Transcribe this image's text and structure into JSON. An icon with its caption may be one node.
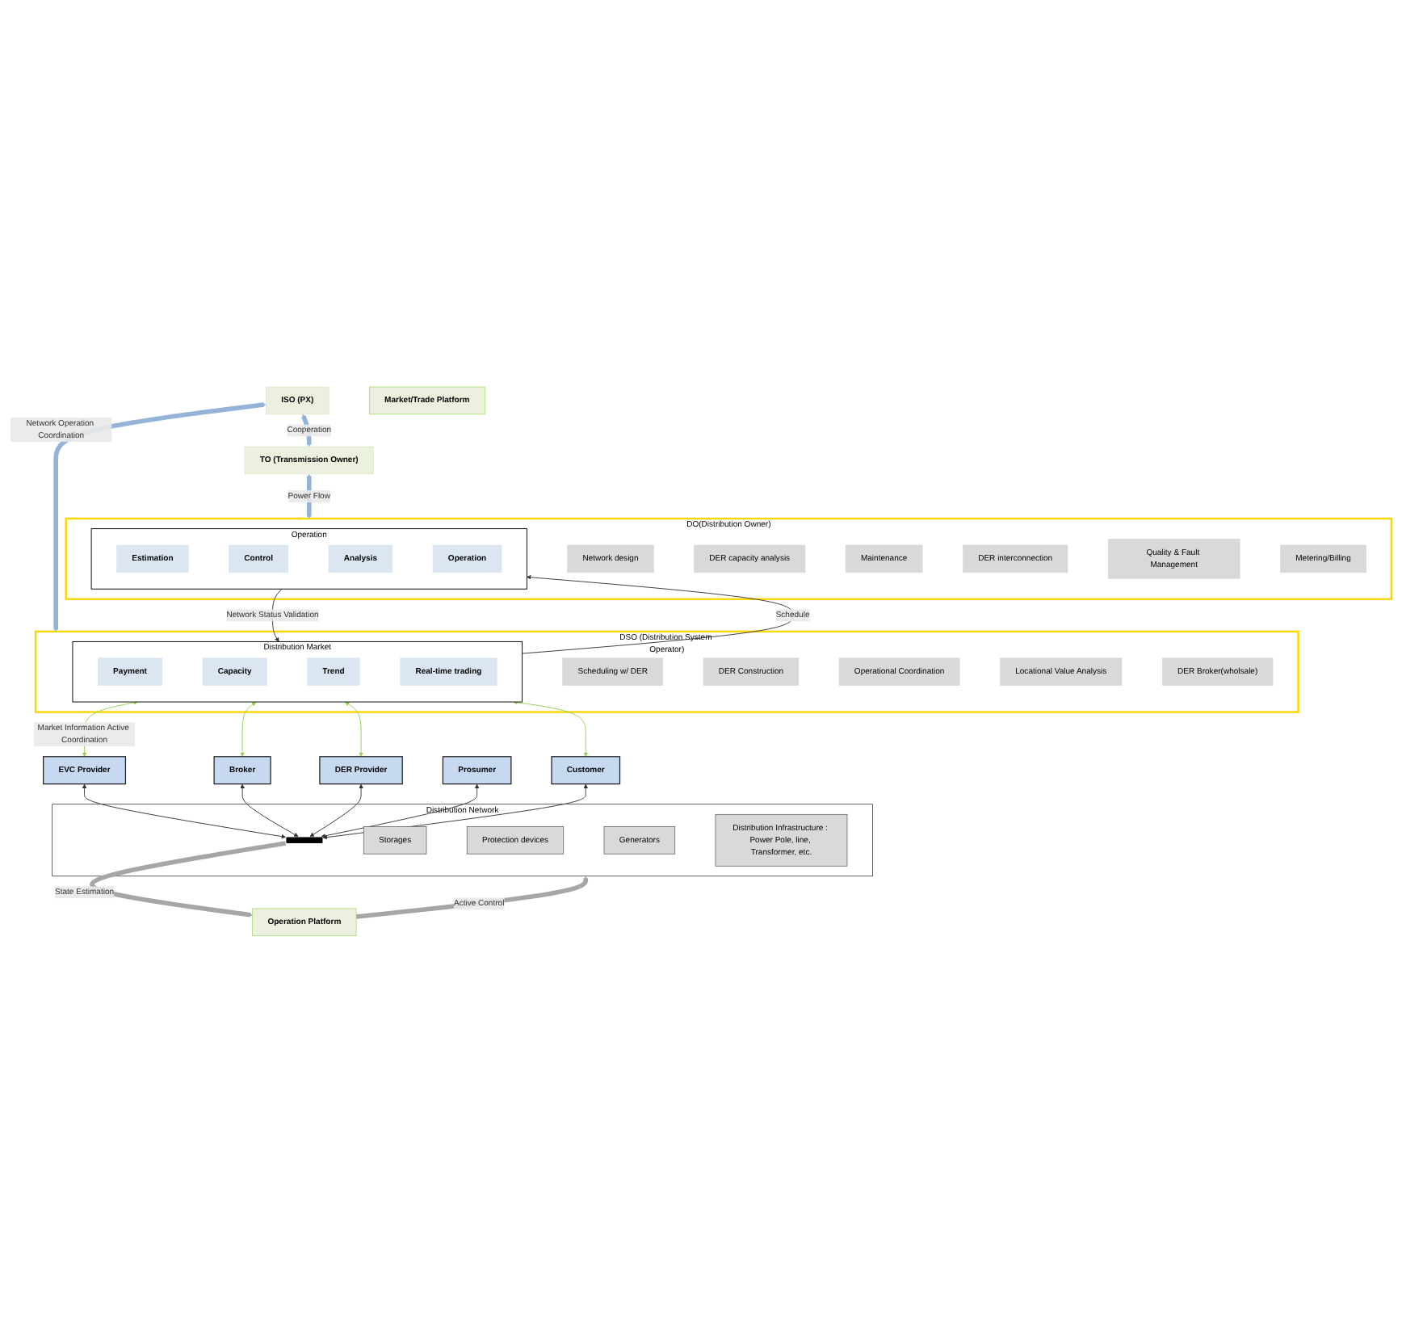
{
  "diagram": {
    "nodes": [
      {
        "text": [
          "ISO (PX)"
        ]
      },
      {
        "text": [
          "TO (Transmission Owner)"
        ]
      },
      {
        "text": [
          "DSO (Distribution System Operator)"
        ]
      },
      {
        "text": [
          "Scheduling w/ DER"
        ],
        "in": 2
      },
      {
        "text": [
          "DER Construction"
        ],
        "in": 2
      },
      {
        "text": [
          "Operational Coordination"
        ],
        "in": 2
      },
      {
        "text": [
          "Locational Value Analysis"
        ],
        "in": 2
      },
      {
        "text": [
          "DER Broker(wholsale)"
        ],
        "in": 2
      },
      {
        "text": [
          "Distribution Market"
        ],
        "in": 2
      },
      {
        "text": [
          "Payment"
        ],
        "in": 8
      },
      {
        "text": [
          "Capacity"
        ],
        "in": 8
      },
      {
        "text": [
          "Trend"
        ],
        "in": 8
      },
      {
        "text": [
          "Real-time trading"
        ],
        "in": 8
      },
      {
        "text": [
          "DO(Distribution Owner)"
        ]
      },
      {
        "text": [
          "Network design"
        ],
        "in": 13
      },
      {
        "text": [
          "DER capacity analysis"
        ],
        "in": 13
      },
      {
        "text": [
          "Maintenance"
        ],
        "in": 13
      },
      {
        "text": [
          "DER interconnection"
        ],
        "in": 13
      },
      {
        "text": [
          "Quality & Fault Management"
        ],
        "in": 13
      },
      {
        "text": [
          "Metering/Billing"
        ],
        "in": 13
      },
      {
        "text": [
          "Operation"
        ],
        "in": 13
      },
      {
        "text": [
          "Estimation"
        ],
        "in": 20
      },
      {
        "text": [
          "Control"
        ],
        "in": 20
      },
      {
        "text": [
          "Analysis"
        ],
        "in": 20
      },
      {
        "text": [
          "Operation"
        ],
        "in": 20
      },
      {
        "text": [
          "Market/Trade Platform"
        ]
      },
      {
        "text": [
          "Operation Platform"
        ]
      },
      {
        "text": [
          "EVC Provider"
        ]
      },
      {
        "text": [
          "Broker"
        ]
      },
      {
        "text": [
          "DER Provider"
        ]
      },
      {
        "text": [
          "Prosumer"
        ]
      },
      {
        "text": [
          "Customer"
        ]
      },
      {
        "text": [
          "Distribution Network"
        ]
      },
      {
        "text": [],
        "shape": "bar",
        "in": 32
      },
      {
        "text": [
          "Storages"
        ],
        "in": 32
      },
      {
        "text": [
          "Protection devices"
        ],
        "in": 32
      },
      {
        "text": [
          "Generators"
        ],
        "in": 32
      },
      {
        "text": [
          "Distribution Infrastructure : Power Pole, line, Transformer, etc."
        ],
        "in": 32
      }
    ],
    "edges": [
      {
        "from": 0,
        "to": 1,
        "arrow": "both",
        "label": "Cooperation",
        "style": "thick",
        "color": "#95b3d7"
      },
      {
        "from": 0,
        "to": 2,
        "arrow": "both",
        "label": "Network Operation Coordination",
        "style": "thick",
        "color": "#95b3d7"
      },
      {
        "from": 1,
        "to": 13,
        "arrow": "both",
        "label": "Power Flow",
        "style": "thick",
        "color": "#95b3d7"
      },
      {
        "from": 8,
        "to": 20,
        "arrow": "to",
        "label": "Schedule"
      },
      {
        "from": 20,
        "to": 8,
        "arrow": "to",
        "label": "Network Status Validation"
      },
      {
        "from": 8,
        "to": 27,
        "arrow": "both",
        "label": "Market Information Active Coordination",
        "color": "#92d050"
      },
      {
        "from": 8,
        "to": 28,
        "arrow": "both",
        "color": "#92d050"
      },
      {
        "from": 8,
        "to": 29,
        "arrow": "both",
        "color": "#92d050"
      },
      {
        "from": 8,
        "to": 31,
        "arrow": "both",
        "color": "#92d050"
      },
      {
        "from": 27,
        "to": 33,
        "arrow": "both"
      },
      {
        "from": 28,
        "to": 33,
        "arrow": "both"
      },
      {
        "from": 29,
        "to": 33,
        "arrow": "both"
      },
      {
        "from": 30,
        "to": 33,
        "arrow": "both"
      },
      {
        "from": 31,
        "to": 33,
        "arrow": "both"
      },
      {
        "from": 33,
        "to": 26,
        "arrow": "to",
        "label": "State Estimation",
        "style": "thick",
        "color": "#a6a6a6"
      },
      {
        "from": 26,
        "to": 32,
        "arrow": "to",
        "label": "Active Control",
        "style": "thick",
        "color": "#a6a6a6"
      }
    ]
  }
}
